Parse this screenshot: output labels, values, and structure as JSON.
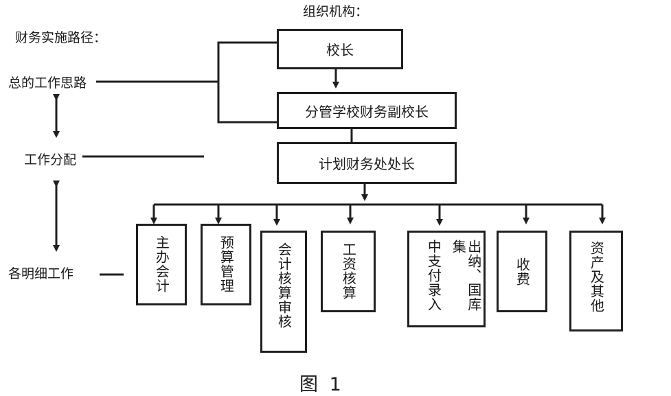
{
  "header": {
    "org_title": "组织机构："
  },
  "left_labels": {
    "path_title": "财务实施路径：",
    "overall": "总的工作思路",
    "allocation": "工作分配",
    "details": "各明细工作"
  },
  "top_boxes": {
    "principal": "校长",
    "vice_principal": "分管学校财务副校长",
    "finance_director": "计划财务处处长"
  },
  "sub_boxes": [
    {
      "text": "主办会计"
    },
    {
      "text": "预算管理"
    },
    {
      "text": "会计核算审核"
    },
    {
      "text": "工资核算"
    },
    {
      "col1": "中支付录入",
      "col2": "出纳、国库集"
    },
    {
      "text": "收费"
    },
    {
      "text": "资产及其他"
    }
  ],
  "caption": "图 1"
}
